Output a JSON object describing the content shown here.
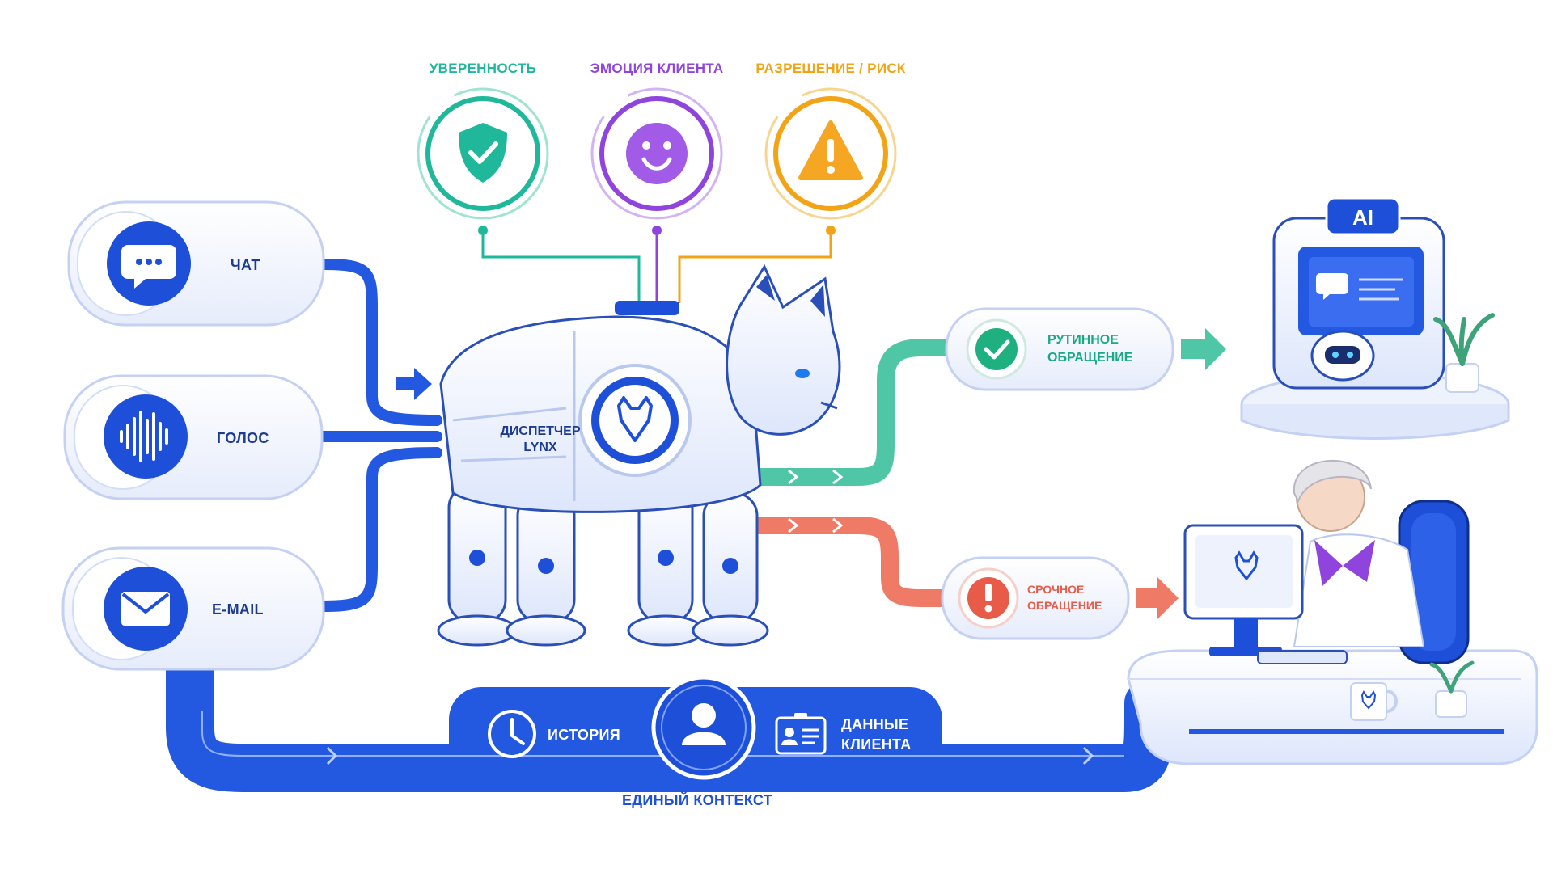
{
  "metrics": [
    {
      "label": "УВЕРЕННОСТЬ",
      "color": "#1fb89a",
      "icon": "shield-check-icon"
    },
    {
      "label": "ЭМОЦИЯ КЛИЕНТА",
      "color": "#8e44dd",
      "icon": "smiley-face-icon"
    },
    {
      "label": "РАЗРЕШЕНИЕ / РИСК",
      "color": "#f2a316",
      "icon": "warning-triangle-icon"
    }
  ],
  "channels": [
    {
      "label": "ЧАТ",
      "icon": "chat-bubble-icon"
    },
    {
      "label": "ГОЛОС",
      "icon": "voice-wave-icon"
    },
    {
      "label": "E-MAIL",
      "icon": "envelope-icon"
    }
  ],
  "dispatcher": {
    "line1": "ДИСПЕТЧЕР",
    "line2": "LYNX",
    "icon": "fox-logo-icon"
  },
  "routes": {
    "routine": {
      "line1": "РУТИННОЕ",
      "line2": "ОБРАЩЕНИЕ",
      "color": "#1aa886",
      "icon": "check-circle-icon"
    },
    "urgent": {
      "line1": "СРОЧНОЕ",
      "line2": "ОБРАЩЕНИЕ",
      "color": "#e85b49",
      "icon": "exclamation-circle-icon"
    }
  },
  "ai_agent": {
    "label": "AI",
    "icon": "robot-icon"
  },
  "context": {
    "caption": "ЕДИНЫЙ КОНТЕКСТ",
    "history": "ИСТОРИЯ",
    "client_line1": "ДАННЫЕ",
    "client_line2": "КЛИЕНТА"
  },
  "colors": {
    "primary": "#1d4fd8",
    "pipe": "#2358e0",
    "teal": "#4fc7a6",
    "coral": "#ef7a66"
  }
}
